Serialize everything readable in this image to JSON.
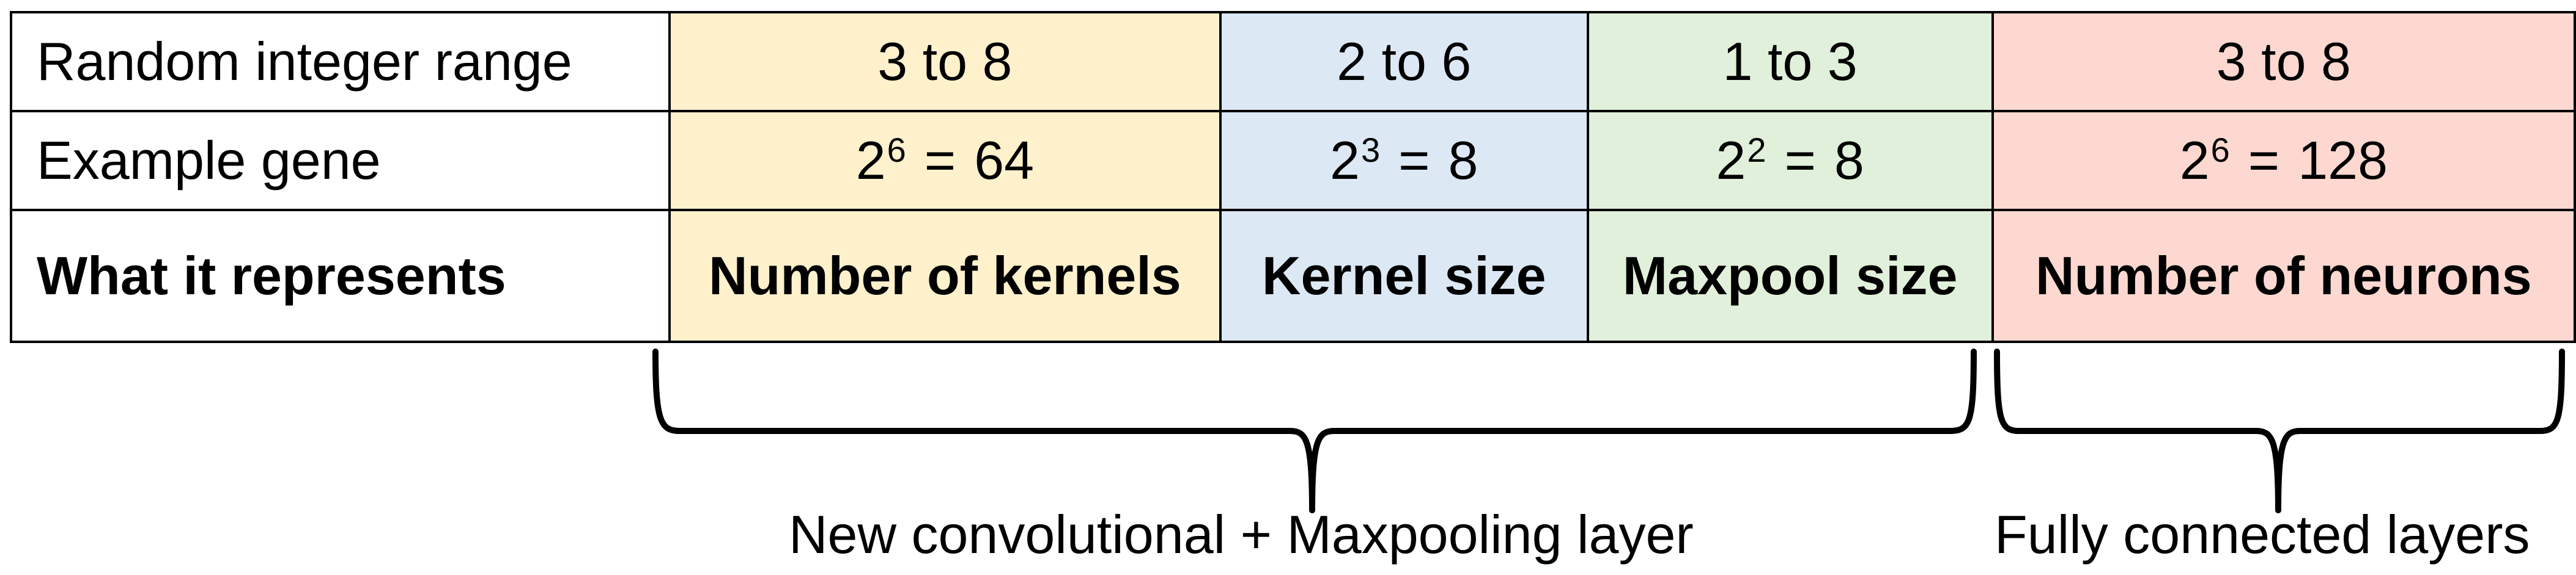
{
  "table": {
    "rows": [
      {
        "label": "Random integer range",
        "cells": [
          "3 to 8",
          "2 to 6",
          "1 to 3",
          "3 to 8"
        ]
      },
      {
        "label": "Example gene",
        "cells": [
          {
            "base": "2",
            "exp": "6",
            "eq": "=",
            "result": "64"
          },
          {
            "base": "2",
            "exp": "3",
            "eq": "=",
            "result": "8"
          },
          {
            "base": "2",
            "exp": "2",
            "eq": "=",
            "result": "8"
          },
          {
            "base": "2",
            "exp": "6",
            "eq": "=",
            "result": "128"
          }
        ]
      },
      {
        "label": "What it represents",
        "cells": [
          "Number of kernels",
          "Kernel size",
          "Maxpool size",
          "Number of neurons"
        ]
      }
    ],
    "column_colors": [
      "#fff1cc",
      "#dde8f5",
      "#e1f0da",
      "#fdd8d0"
    ]
  },
  "groups": [
    {
      "caption": "New convolutional + Maxpooling layer"
    },
    {
      "caption": "Fully connected layers"
    }
  ]
}
